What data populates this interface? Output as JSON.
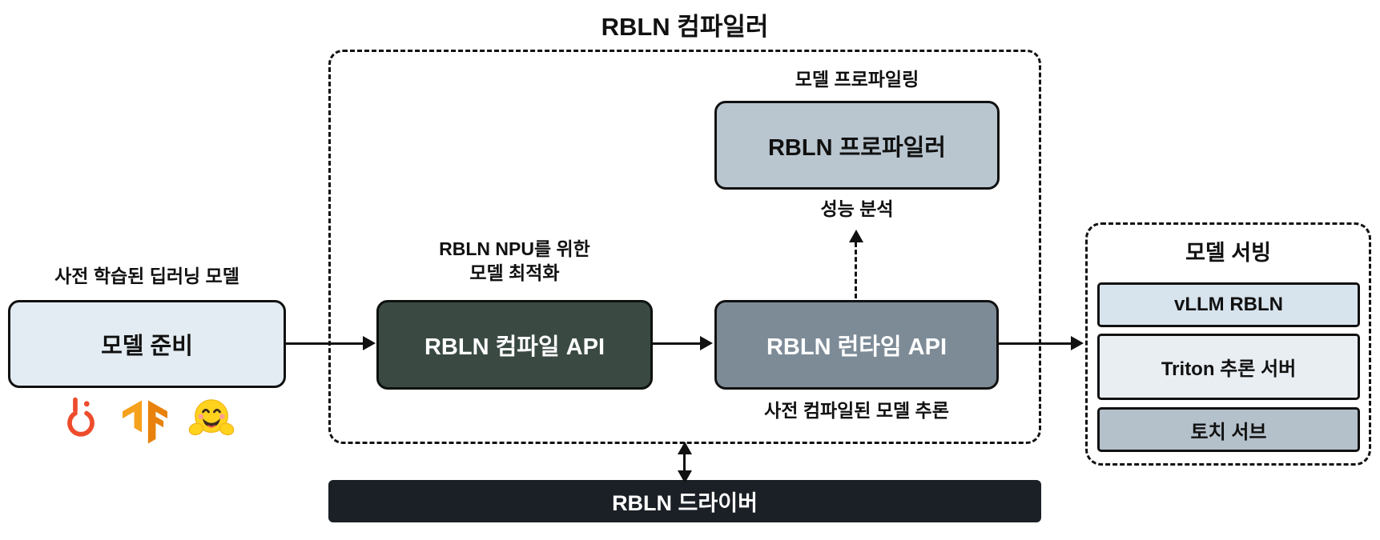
{
  "title": "RBLN 컴파일러",
  "model_prep": {
    "caption": "사전 학습된 딥러닝 모델",
    "label": "모델 준비",
    "icons": [
      "pytorch-icon",
      "tensorflow-icon",
      "huggingface-icon"
    ]
  },
  "compile_api": {
    "caption_line1": "RBLN NPU를 위한",
    "caption_line2": "모델 최적화",
    "label": "RBLN 컴파일 API"
  },
  "runtime_api": {
    "label": "RBLN 런타임 API",
    "caption": "사전 컴파일된 모델 추론"
  },
  "profiler": {
    "caption_top": "모델 프로파일링",
    "label": "RBLN 프로파일러",
    "caption_bottom": "성능 분석"
  },
  "serving": {
    "title": "모델 서빙",
    "items": [
      {
        "label": "vLLM RBLN"
      },
      {
        "label": "Triton 추론 서버"
      },
      {
        "label": "토치 서브"
      }
    ]
  },
  "driver": {
    "label": "RBLN 드라이버"
  },
  "colors": {
    "prep_box": "#e3ecf2",
    "compile_box": "#3a4a43",
    "runtime_box": "#7d8b97",
    "profiler_box": "#b9c6d0",
    "vllm_box": "#d7e3ed",
    "triton_box": "#e9eef3",
    "torch_serve_box": "#b4c0ca",
    "driver_box": "#1b2026",
    "line": "#111111",
    "pytorch_orange": "#ee4c2c",
    "tensorflow_orange": "#e8820c",
    "huggingface_yellow": "#ffd21e"
  }
}
